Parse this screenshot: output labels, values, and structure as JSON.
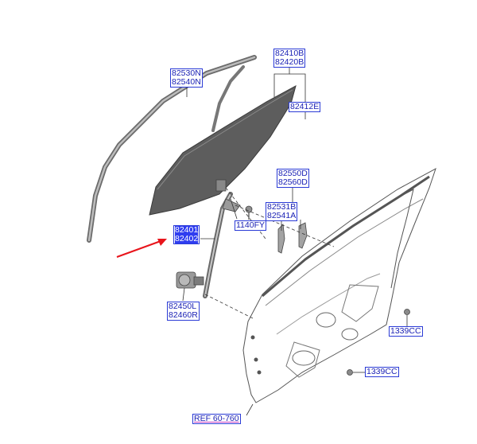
{
  "diagram": {
    "colors": {
      "label_border": "#2b3bd6",
      "label_text": "#1b22b5",
      "highlight_fill": "#2f3df0",
      "glass": "#5a5a5a",
      "line": "#444444",
      "pointer_arrow": "#e8141b"
    },
    "labels": {
      "weatherstrip": [
        "82530N",
        "82540N"
      ],
      "glass_group": [
        "82410B",
        "82420B"
      ],
      "glass": "82412E",
      "seal_group": [
        "82550D",
        "82560D"
      ],
      "channel_group": [
        "82531B",
        "82541A"
      ],
      "bolt": "1140FY",
      "regulator": [
        "82401",
        "82402"
      ],
      "motor": [
        "82450L",
        "82460R"
      ],
      "grommet_upper": "1339CC",
      "grommet_lower": "1339CC",
      "ref": "REF 60-760"
    }
  }
}
